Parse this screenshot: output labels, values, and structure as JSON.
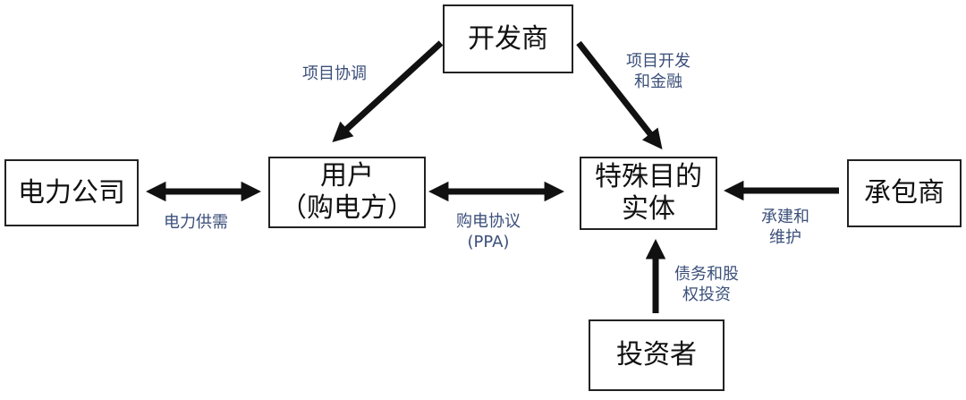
{
  "nodes": {
    "developer": {
      "label": "开发商"
    },
    "power_company": {
      "label": "电力公司"
    },
    "user": {
      "line1": "用户",
      "line2": "（购电方）"
    },
    "spv": {
      "line1": "特殊目的",
      "line2": "实体"
    },
    "contractor": {
      "label": "承包商"
    },
    "investor": {
      "label": "投资者"
    }
  },
  "edges": {
    "project_coordination": {
      "label": "项目协调"
    },
    "project_dev_finance": {
      "line1": "项目开发",
      "line2": "和金融"
    },
    "power_supply_demand": {
      "label": "电力供需"
    },
    "ppa": {
      "line1": "购电协议",
      "line2": "(PPA)"
    },
    "construction_maintenance": {
      "line1": "承建和",
      "line2": "维护"
    },
    "debt_equity_investment": {
      "line1": "债务和股",
      "line2": "权投资"
    }
  }
}
